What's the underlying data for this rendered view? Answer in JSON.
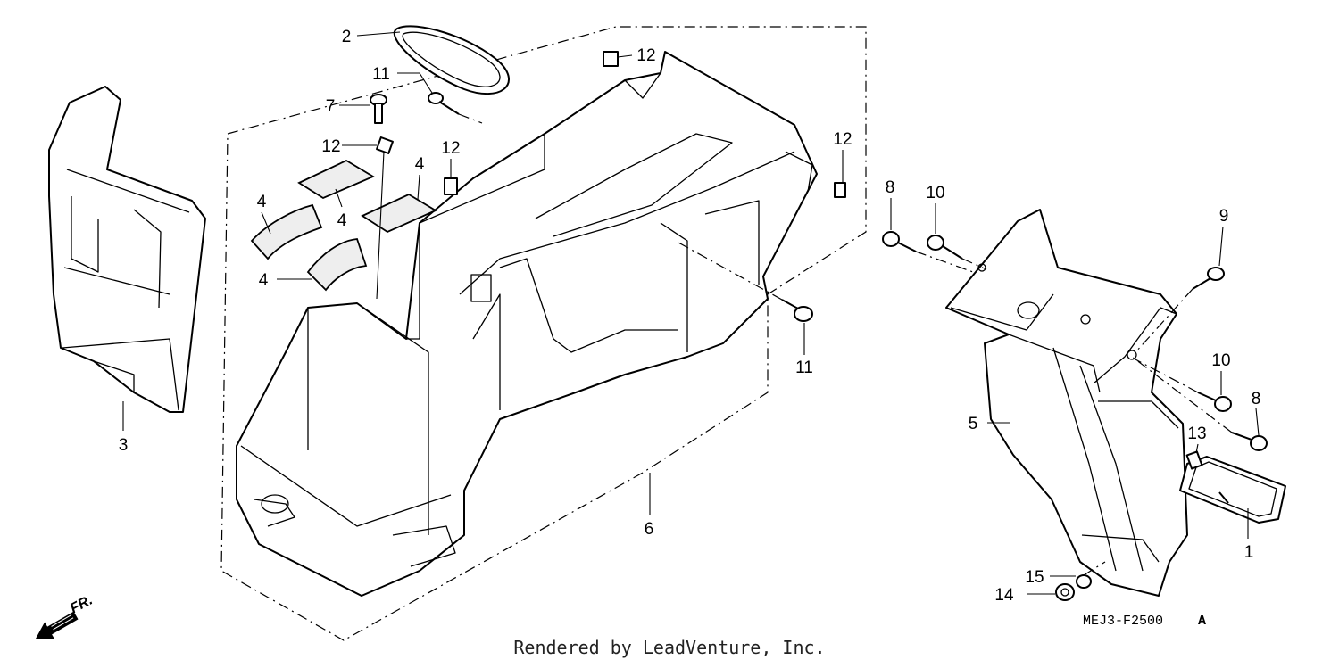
{
  "diagram": {
    "callouts": [
      "2",
      "12",
      "11",
      "7",
      "12",
      "12",
      "4",
      "4",
      "4",
      "4",
      "3",
      "12",
      "8",
      "10",
      "9",
      "11",
      "6",
      "10",
      "8",
      "5",
      "13",
      "1",
      "15",
      "14"
    ],
    "drawing_code": "MEJ3-F2500",
    "drawing_code_suffix": "A",
    "front_indicator": "FR."
  },
  "footer": {
    "credit": "Rendered by LeadVenture, Inc."
  }
}
